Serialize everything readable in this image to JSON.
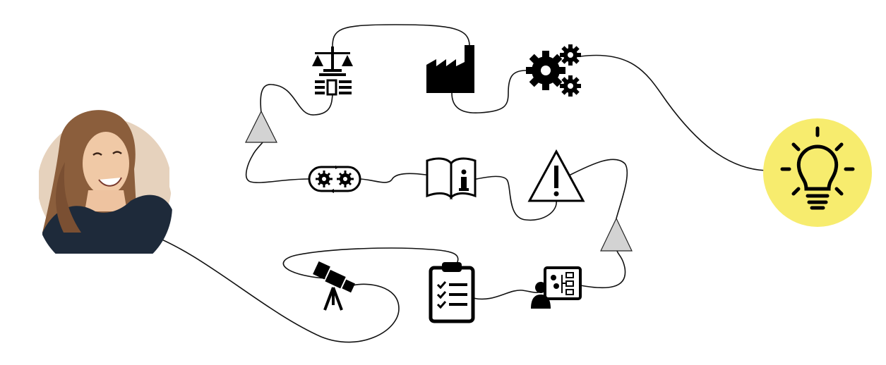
{
  "diagram": {
    "colors": {
      "line": "#111111",
      "icon": "#000000",
      "triangle_fill": "#d3d3d3",
      "bulb_bg": "#f7ec6e",
      "portrait_bg": "#c9a98a",
      "portrait_hair": "#8b5e3c",
      "portrait_shirt": "#1e2a3a"
    },
    "nodes": [
      {
        "id": "person",
        "icon": "person-portrait-icon"
      },
      {
        "id": "telescope",
        "icon": "telescope-icon"
      },
      {
        "id": "checklist",
        "icon": "clipboard-checklist-icon"
      },
      {
        "id": "presenter",
        "icon": "presenter-process-board-icon"
      },
      {
        "id": "arrow-up-right",
        "icon": "triangle-marker-icon"
      },
      {
        "id": "warning",
        "icon": "warning-sign-icon"
      },
      {
        "id": "manual",
        "icon": "info-manual-icon"
      },
      {
        "id": "conveyor",
        "icon": "conveyor-gears-icon"
      },
      {
        "id": "arrow-up-left",
        "icon": "triangle-marker-icon"
      },
      {
        "id": "regulation",
        "icon": "scales-regulation-icon"
      },
      {
        "id": "factory",
        "icon": "factory-icon"
      },
      {
        "id": "gears",
        "icon": "gears-icon"
      },
      {
        "id": "idea",
        "icon": "lightbulb-icon"
      }
    ]
  }
}
